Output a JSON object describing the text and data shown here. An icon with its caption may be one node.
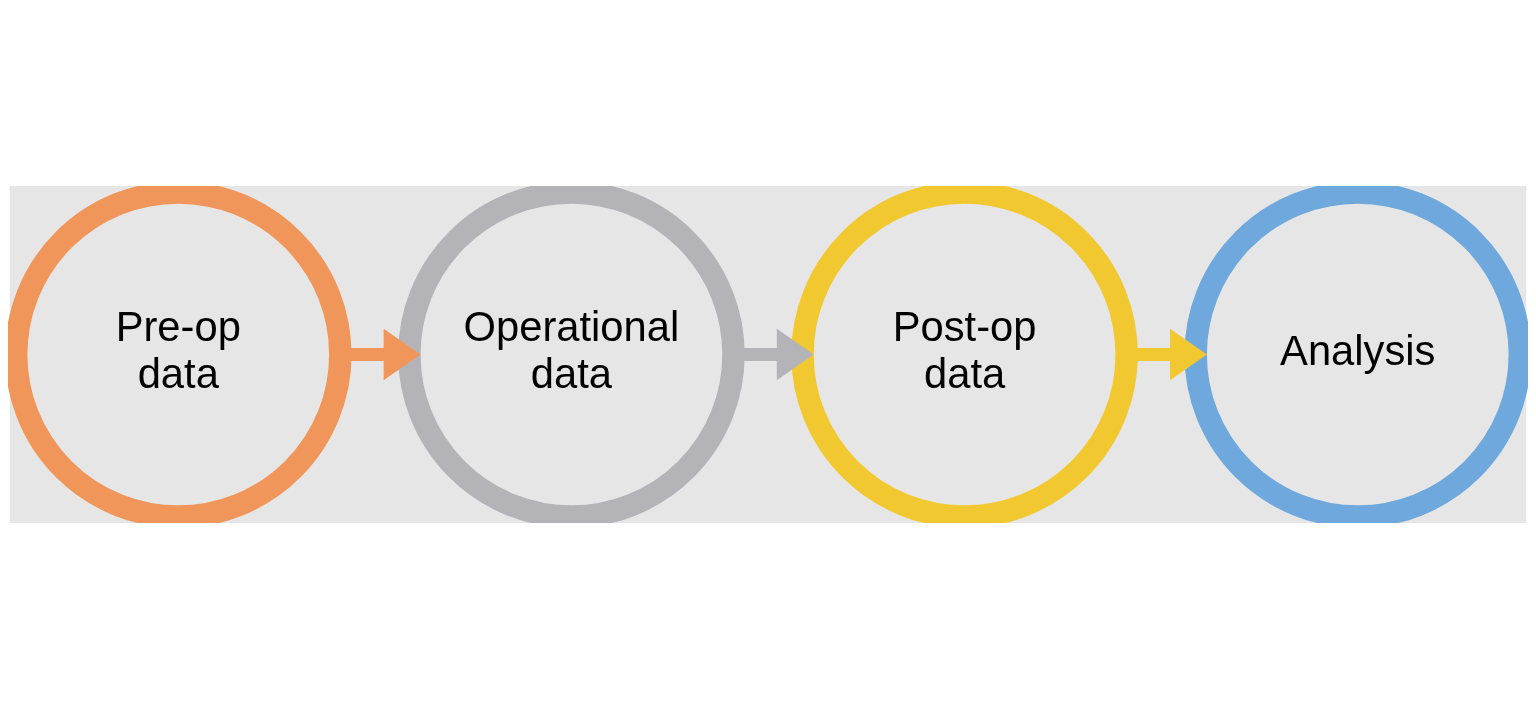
{
  "diagram": {
    "nodes": [
      {
        "text": [
          "Pre-op data"
        ]
      },
      {
        "text": [
          "Operational data"
        ]
      },
      {
        "text": [
          "Post-op data"
        ]
      },
      {
        "text": [
          "Analysis"
        ]
      }
    ],
    "edges": [
      {
        "from": 0,
        "to": 1,
        "arrow": "to",
        "color": "#f0965a"
      },
      {
        "from": 1,
        "to": 2,
        "arrow": "to",
        "color": "#b4b4b8"
      },
      {
        "from": 2,
        "to": 3,
        "arrow": "to",
        "color": "#f2c830"
      }
    ]
  }
}
